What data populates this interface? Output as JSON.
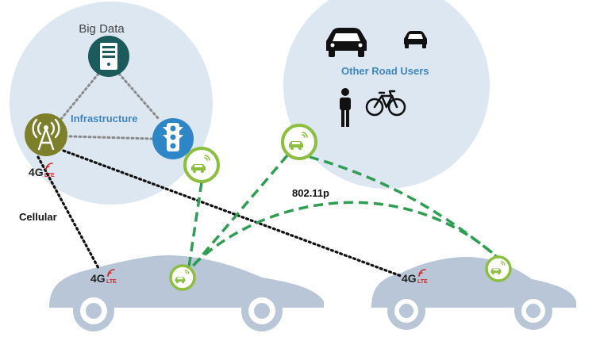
{
  "labels": {
    "big_data": "Big Data",
    "infrastructure": "Infrastructure",
    "other_road_users": "Other Road Users",
    "cellular": "Cellular",
    "protocol": "802.11p"
  },
  "badges": {
    "g4": "4G",
    "lte": "LTE"
  },
  "icons": {
    "server": "server-icon",
    "tower": "cell-tower-icon",
    "traffic_light": "traffic-light-icon",
    "car_large": "car-icon",
    "car_small": "car-icon",
    "pedestrian": "pedestrian-icon",
    "bicycle": "bicycle-icon",
    "vehicle_node": "connected-car-icon"
  },
  "colors": {
    "cloud": "#dde7f1",
    "server": "#1c5b5b",
    "tower": "#7e7f2a",
    "traffic_light": "#2f86c6",
    "node_ring": "#8cbf3f",
    "v2x_link": "#2f9e53",
    "cellular_link": "#111111",
    "infra_link": "#8a8a8a",
    "label_blue": "#3b86c4",
    "car_body": "#b8c6d8",
    "lte_red": "#d02a2a"
  }
}
